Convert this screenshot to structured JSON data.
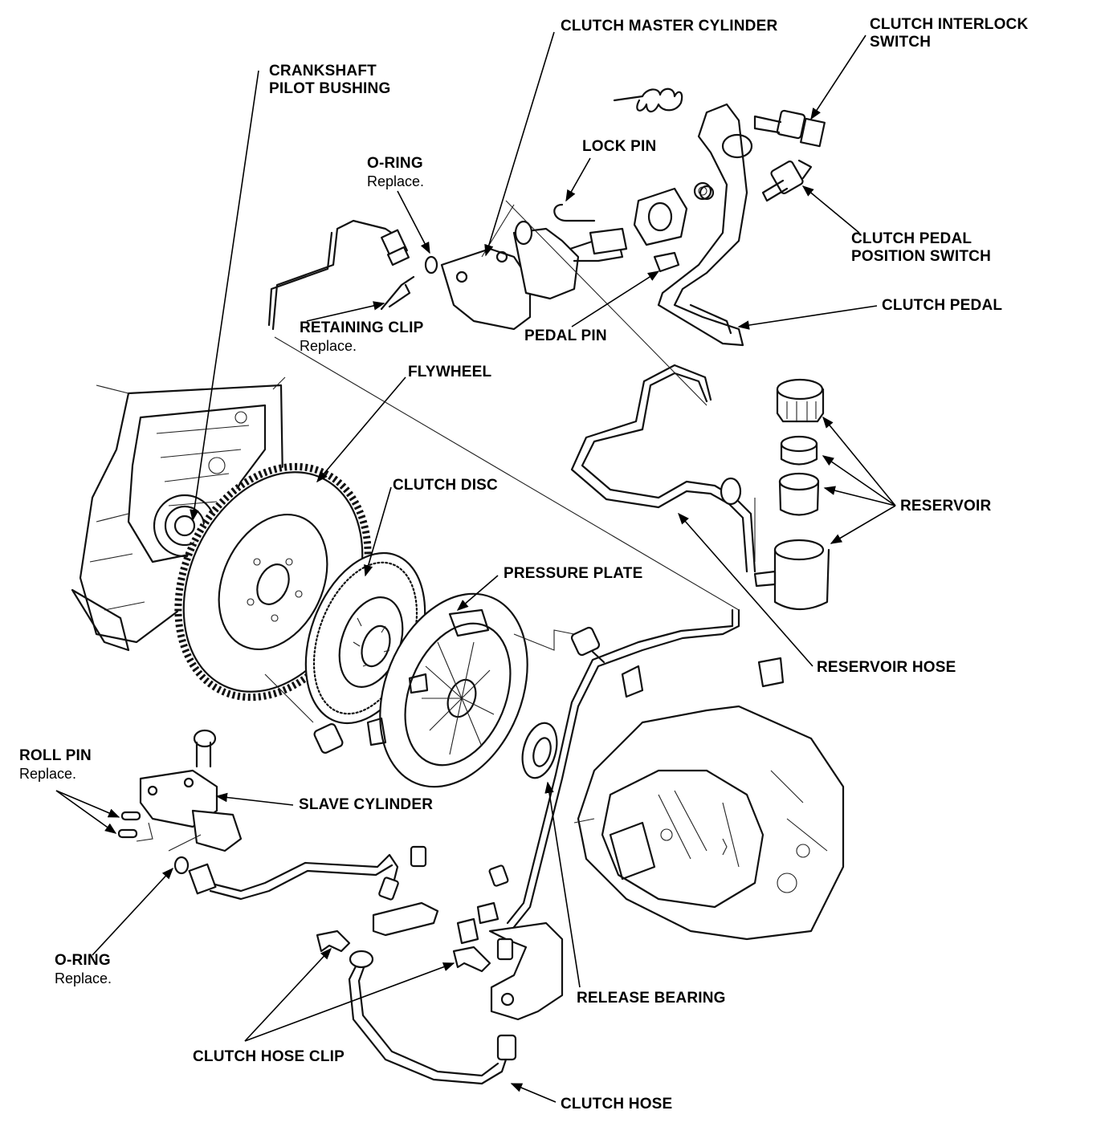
{
  "labels": {
    "clutch_master_cylinder": "CLUTCH MASTER CYLINDER",
    "clutch_interlock_switch_1": "CLUTCH INTERLOCK",
    "clutch_interlock_switch_2": "SWITCH",
    "crankshaft_pilot_bushing_1": "CRANKSHAFT",
    "crankshaft_pilot_bushing_2": "PILOT BUSHING",
    "lock_pin": "LOCK PIN",
    "o_ring_top": "O-RING",
    "o_ring_top_note": "Replace.",
    "clutch_pedal_position_switch_1": "CLUTCH PEDAL",
    "clutch_pedal_position_switch_2": "POSITION SWITCH",
    "clutch_pedal": "CLUTCH PEDAL",
    "retaining_clip": "RETAINING CLIP",
    "retaining_clip_note": "Replace.",
    "pedal_pin": "PEDAL PIN",
    "flywheel": "FLYWHEEL",
    "clutch_disc": "CLUTCH DISC",
    "reservoir": "RESERVOIR",
    "pressure_plate": "PRESSURE PLATE",
    "reservoir_hose": "RESERVOIR HOSE",
    "roll_pin": "ROLL PIN",
    "roll_pin_note": "Replace.",
    "slave_cylinder": "SLAVE CYLINDER",
    "o_ring_bottom": "O-RING",
    "o_ring_bottom_note": "Replace.",
    "release_bearing": "RELEASE BEARING",
    "clutch_hose_clip": "CLUTCH HOSE CLIP",
    "clutch_hose": "CLUTCH HOSE"
  }
}
